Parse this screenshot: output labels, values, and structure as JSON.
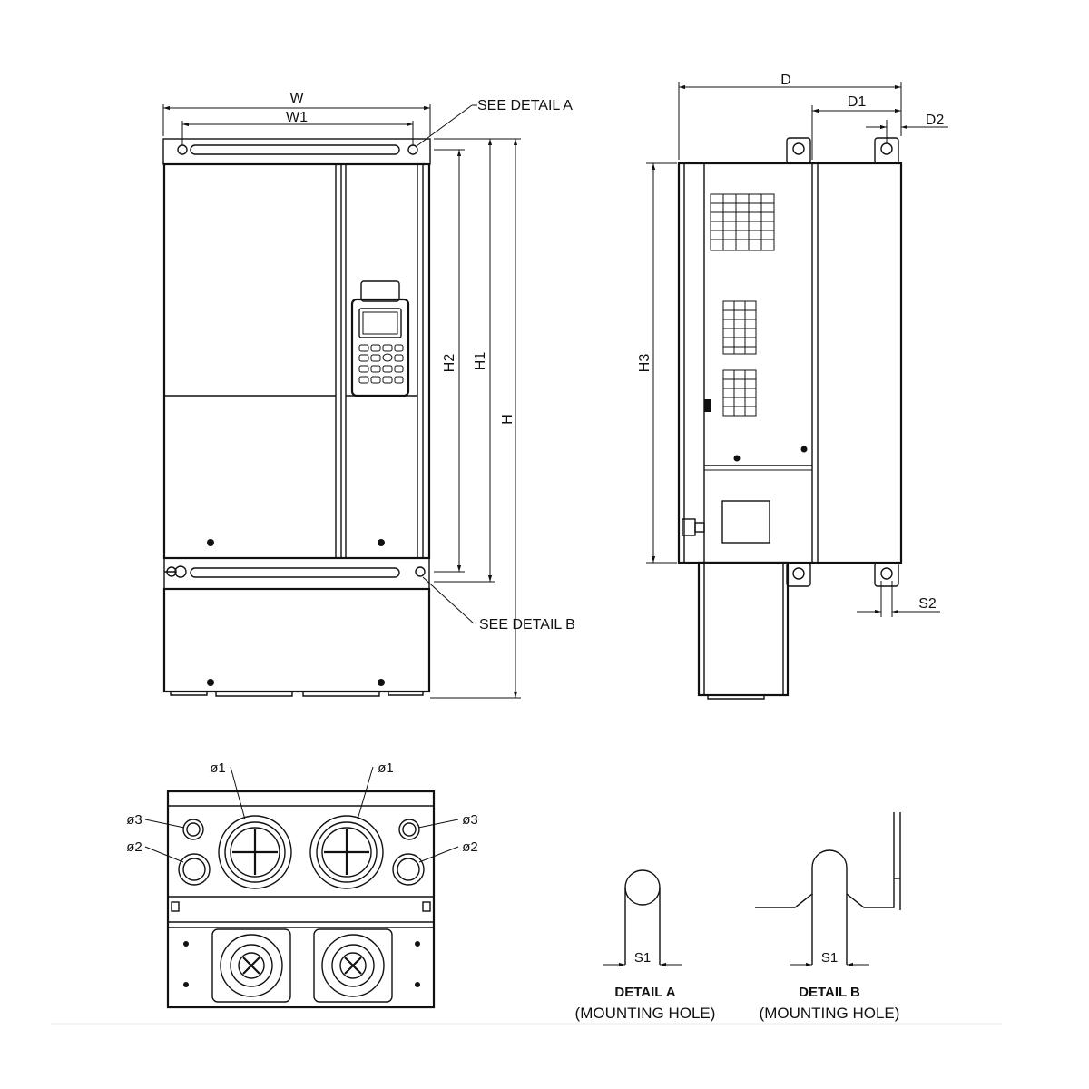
{
  "front_view": {
    "dims": {
      "w": "W",
      "w1": "W1",
      "h": "H",
      "h1": "H1",
      "h2": "H2"
    },
    "callouts": {
      "detail_a": "SEE DETAIL A",
      "detail_b": "SEE DETAIL B"
    }
  },
  "side_view": {
    "dims": {
      "d": "D",
      "d1": "D1",
      "d2": "D2",
      "h3": "H3",
      "s2": "S2"
    }
  },
  "bottom_view": {
    "holes": {
      "phi1_left": "ø1",
      "phi1_right": "ø1",
      "phi2_left": "ø2",
      "phi2_right": "ø2",
      "phi3_left": "ø3",
      "phi3_right": "ø3"
    }
  },
  "detail_a": {
    "dim": "S1",
    "title": "DETAIL A",
    "subtitle": "(MOUNTING HOLE)"
  },
  "detail_b": {
    "dim": "S1",
    "title": "DETAIL B",
    "subtitle": "(MOUNTING HOLE)"
  }
}
